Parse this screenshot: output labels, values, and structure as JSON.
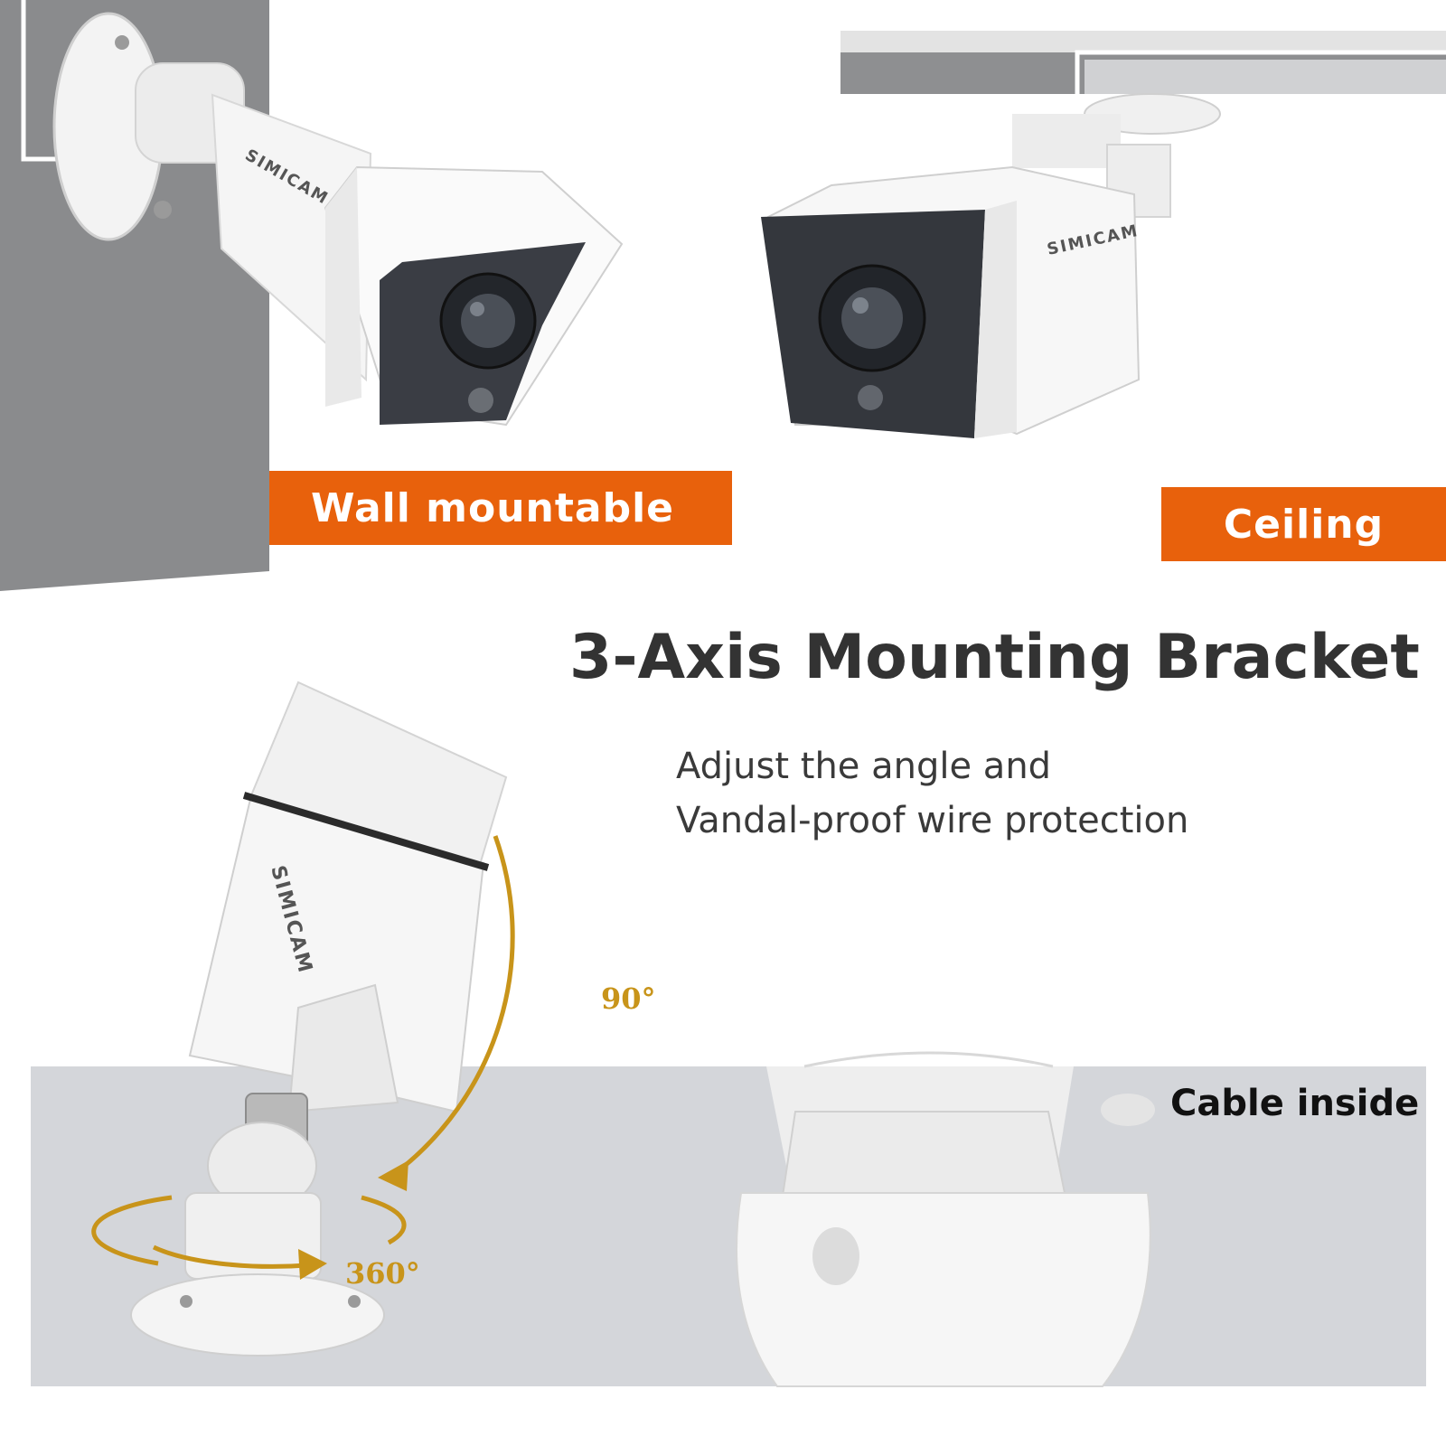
{
  "labels": {
    "wall": "Wall  mountable",
    "ceiling": "Ceiling",
    "headline": "3-Axis Mounting Bracket",
    "subline_1": "Adjust the angle and",
    "subline_2": "Vandal-proof wire protection",
    "cable": "Cable inside",
    "tilt_angle": "90°",
    "pan_angle": "360°"
  },
  "brand": "SIMICAM",
  "colors": {
    "accent_orange": "#e8610c",
    "arrow_gold": "#c8941a",
    "wall_gray": "#8a8b8d",
    "ceiling_gray": "#8e8f91",
    "floor_band": "#d4d6da",
    "headline_text": "#333333"
  }
}
